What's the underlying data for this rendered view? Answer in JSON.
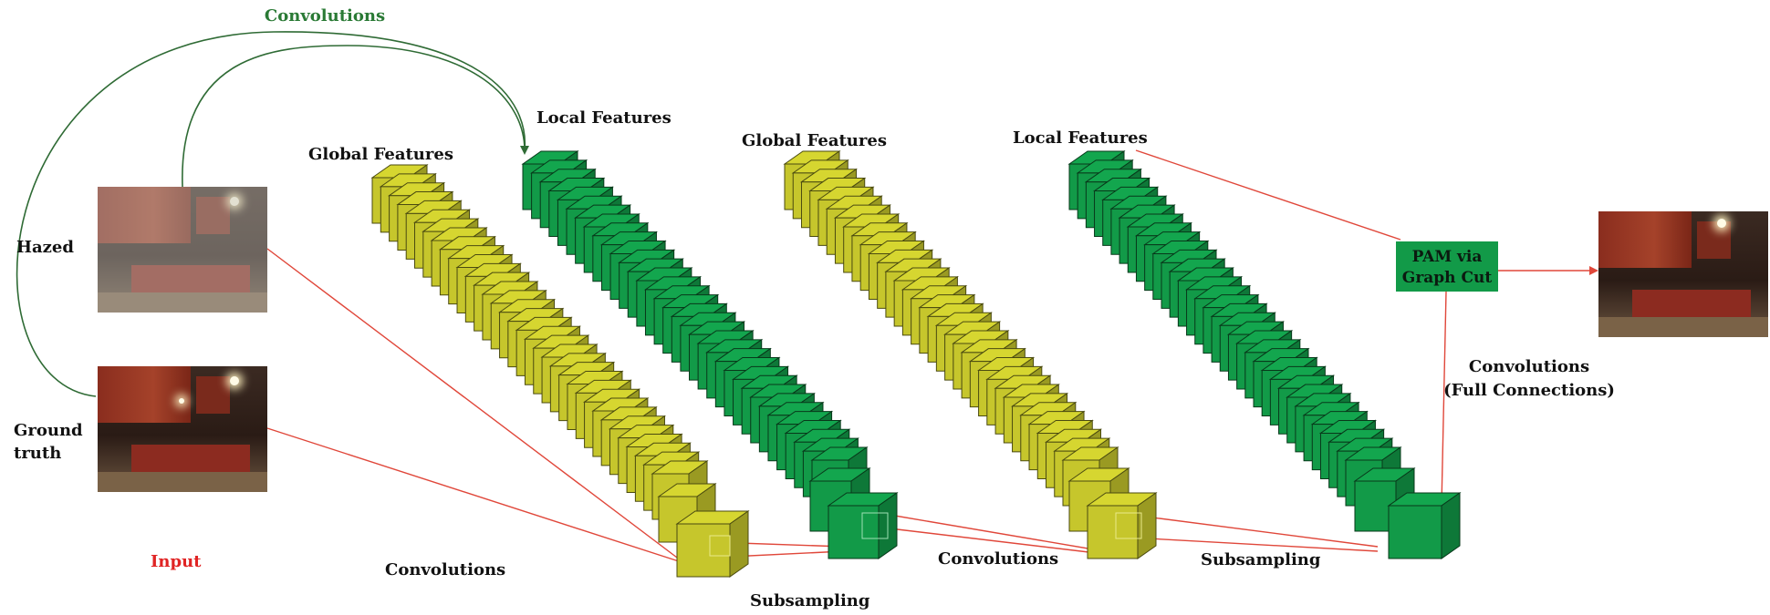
{
  "colors": {
    "yellow_block": "#c6c62c",
    "yellow_edge": "#4a4a10",
    "green_block": "#129a48",
    "green_edge": "#08381a",
    "pam_box": "#129a48",
    "red_line": "#e0473a",
    "green_arrow": "#2f6b35",
    "convolutions_top": "#2a7a35",
    "input_label": "#e02424"
  },
  "labels": {
    "convolutions_top": "Convolutions",
    "hazed": "Hazed",
    "ground_truth_line1": "Ground",
    "ground_truth_line2": "truth",
    "input": "Input",
    "global_features_1": "Global Features",
    "local_features_1": "Local Features",
    "global_features_2": "Global Features",
    "local_features_2": "Local Features",
    "convolutions_bottom_1": "Convolutions",
    "subsampling_1": "Subsampling",
    "convolutions_bottom_2": "Convolutions",
    "subsampling_2": "Subsampling",
    "pam_line1": "PAM via",
    "pam_line2": "Graph Cut",
    "conv_full_line1": "Convolutions",
    "conv_full_line2": "(Full Connections)"
  },
  "images": {
    "hazed": "hazed-kitchen-image",
    "ground_truth": "ground-truth-kitchen-image",
    "output": "dehazed-output-kitchen-image"
  }
}
